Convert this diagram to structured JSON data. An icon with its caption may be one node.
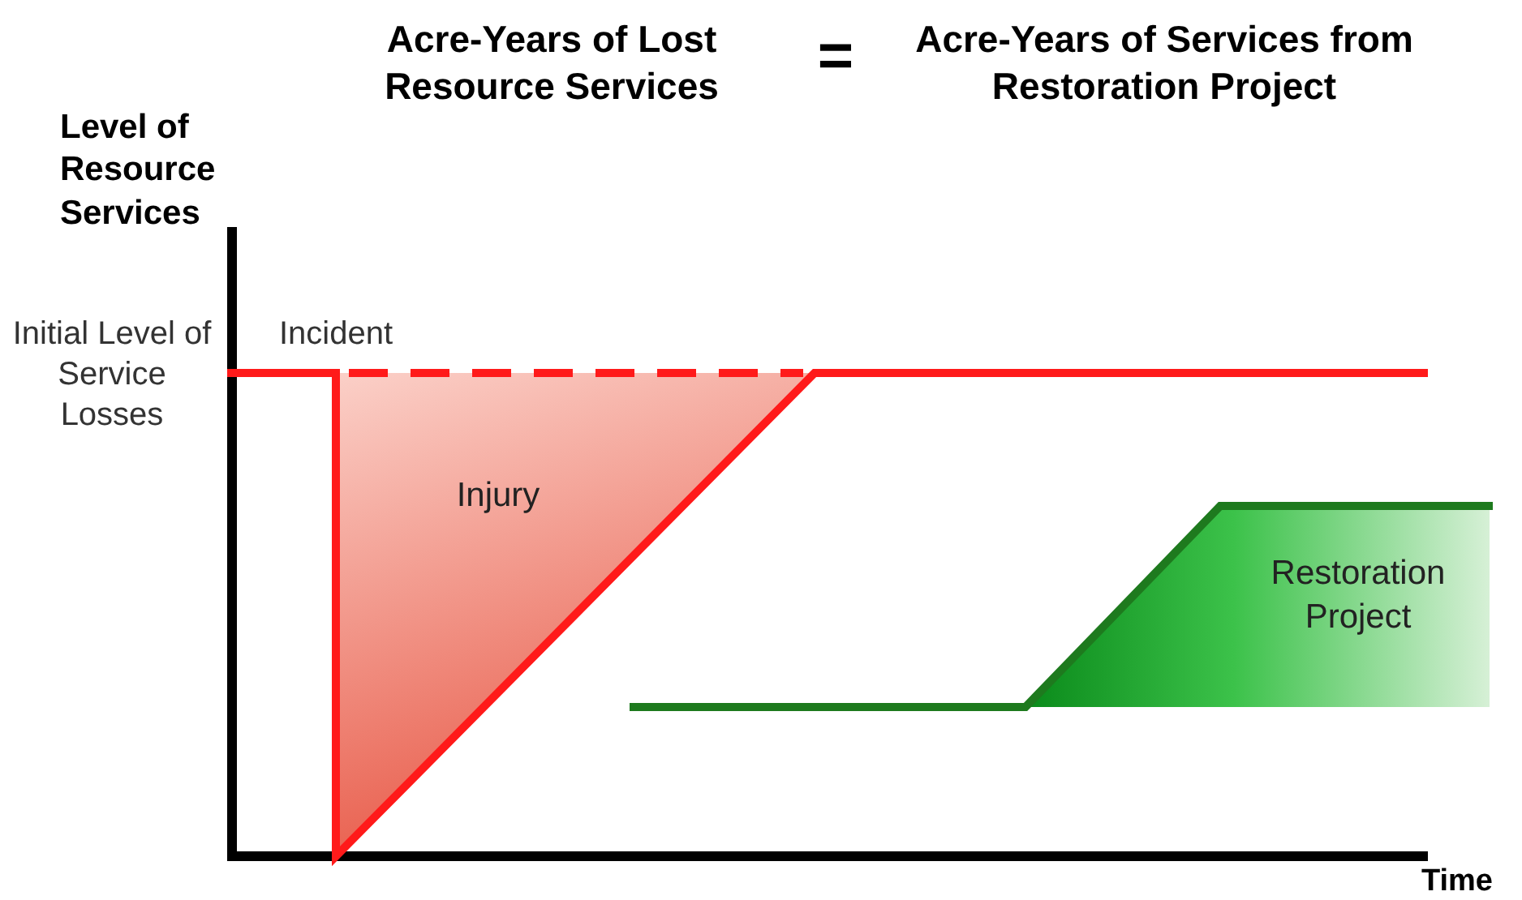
{
  "diagram": {
    "nodes": [
      {
        "text": [
          "Injury"
        ]
      },
      {
        "text": [
          "Restoration Project"
        ]
      }
    ],
    "labels": [
      "Acre-Years of Lost Resource Services",
      "=",
      "Acre-Years of Services from Restoration Project",
      "Level of Resource Services",
      "Initial Level of Service Losses",
      "Incident",
      "Time"
    ]
  }
}
